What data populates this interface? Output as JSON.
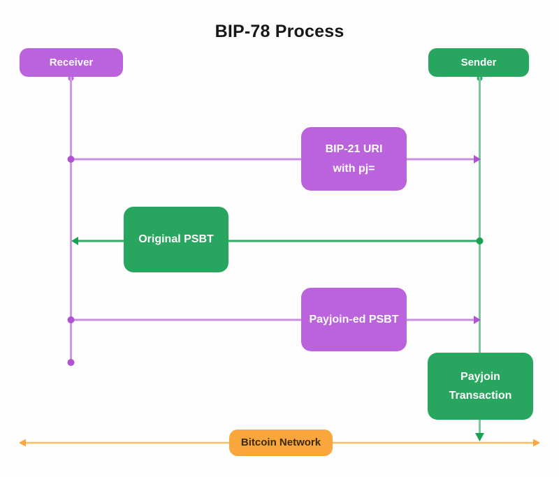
{
  "title": "BIP-78 Process",
  "actors": {
    "receiver": {
      "label": "Receiver"
    },
    "sender": {
      "label": "Sender"
    }
  },
  "messages": {
    "bip21": {
      "line1": "BIP-21 URI",
      "line2": "with pj=",
      "from": "Receiver",
      "to": "Sender"
    },
    "original_psbt": {
      "label": "Original PSBT",
      "from": "Sender",
      "to": "Receiver"
    },
    "payjoined_psbt": {
      "label": "Payjoin-ed PSBT",
      "from": "Receiver",
      "to": "Sender"
    },
    "payjoin_transaction": {
      "line1": "Payjoin",
      "line2": "Transaction",
      "from": "Sender",
      "to": "Bitcoin Network"
    }
  },
  "network": {
    "label": "Bitcoin Network"
  },
  "colors": {
    "purple_box": "#bb63dc",
    "green_box": "#28a55e",
    "orange_box": "#f9a63d",
    "purple_lifeline": "#d09ae3",
    "purple_arrow": "#c88fdf",
    "purple_head": "#b053d3",
    "green_lifeline": "#7cc89d",
    "green_arrow": "#2fab66",
    "green_head": "#17a155",
    "orange_line": "#fbbd66",
    "orange_head": "#f9a63d",
    "title_color": "#171717",
    "network_text": "#3c2b0a",
    "box_text": "#ffffff"
  }
}
